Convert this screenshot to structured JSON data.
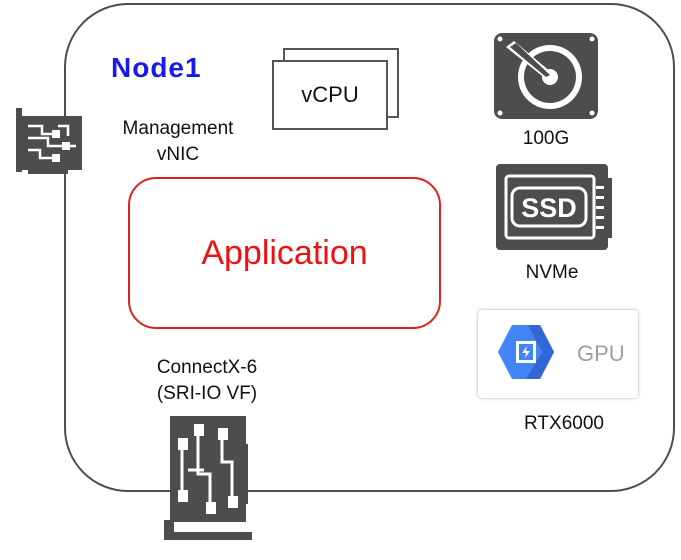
{
  "node": {
    "title": "Node1"
  },
  "management": {
    "line1": "Management",
    "line2": "vNIC"
  },
  "vcpu": {
    "label": "vCPU"
  },
  "application": {
    "label": "Application"
  },
  "disk": {
    "label": "100G"
  },
  "ssd": {
    "chip_text": "SSD",
    "label": "NVMe"
  },
  "gpu": {
    "chip_text": "GPU",
    "label": "RTX6000"
  },
  "connectx": {
    "line1": "ConnectX-6",
    "line2": "(SRI-IO VF)"
  },
  "colors": {
    "title": "#1a1ae6",
    "application": "#ee1111",
    "gpu_blue": "#4285f4",
    "icon_gray": "#4d4d4d"
  }
}
